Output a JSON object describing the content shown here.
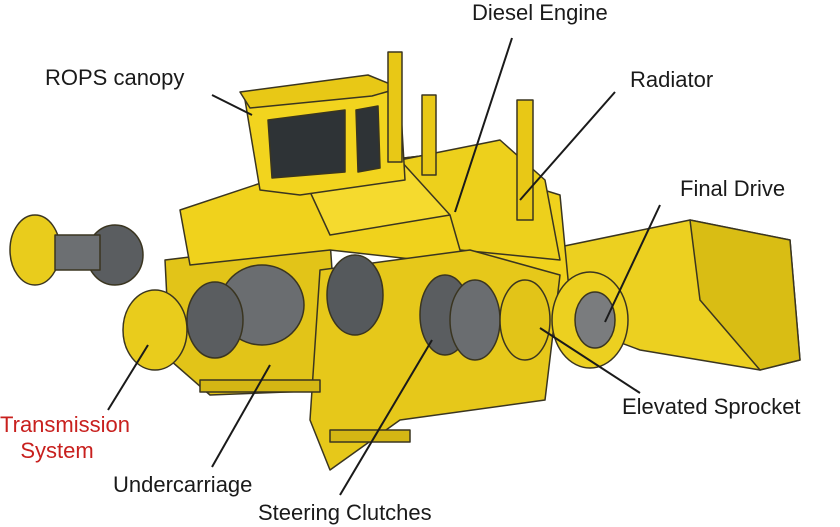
{
  "labels": {
    "diesel_engine": "Diesel Engine",
    "rops_canopy": "ROPS canopy",
    "radiator": "Radiator",
    "final_drive": "Final Drive",
    "elevated_sprocket": "Elevated Sprocket",
    "transmission_line1": "Transmission",
    "transmission_line2": "System",
    "undercarriage": "Undercarriage",
    "steering_clutches": "Steering Clutches"
  },
  "colors": {
    "body": "#f0d21c",
    "outline": "#3a3520",
    "highlight_label": "#c8201e",
    "metal": "#5a5d60"
  }
}
